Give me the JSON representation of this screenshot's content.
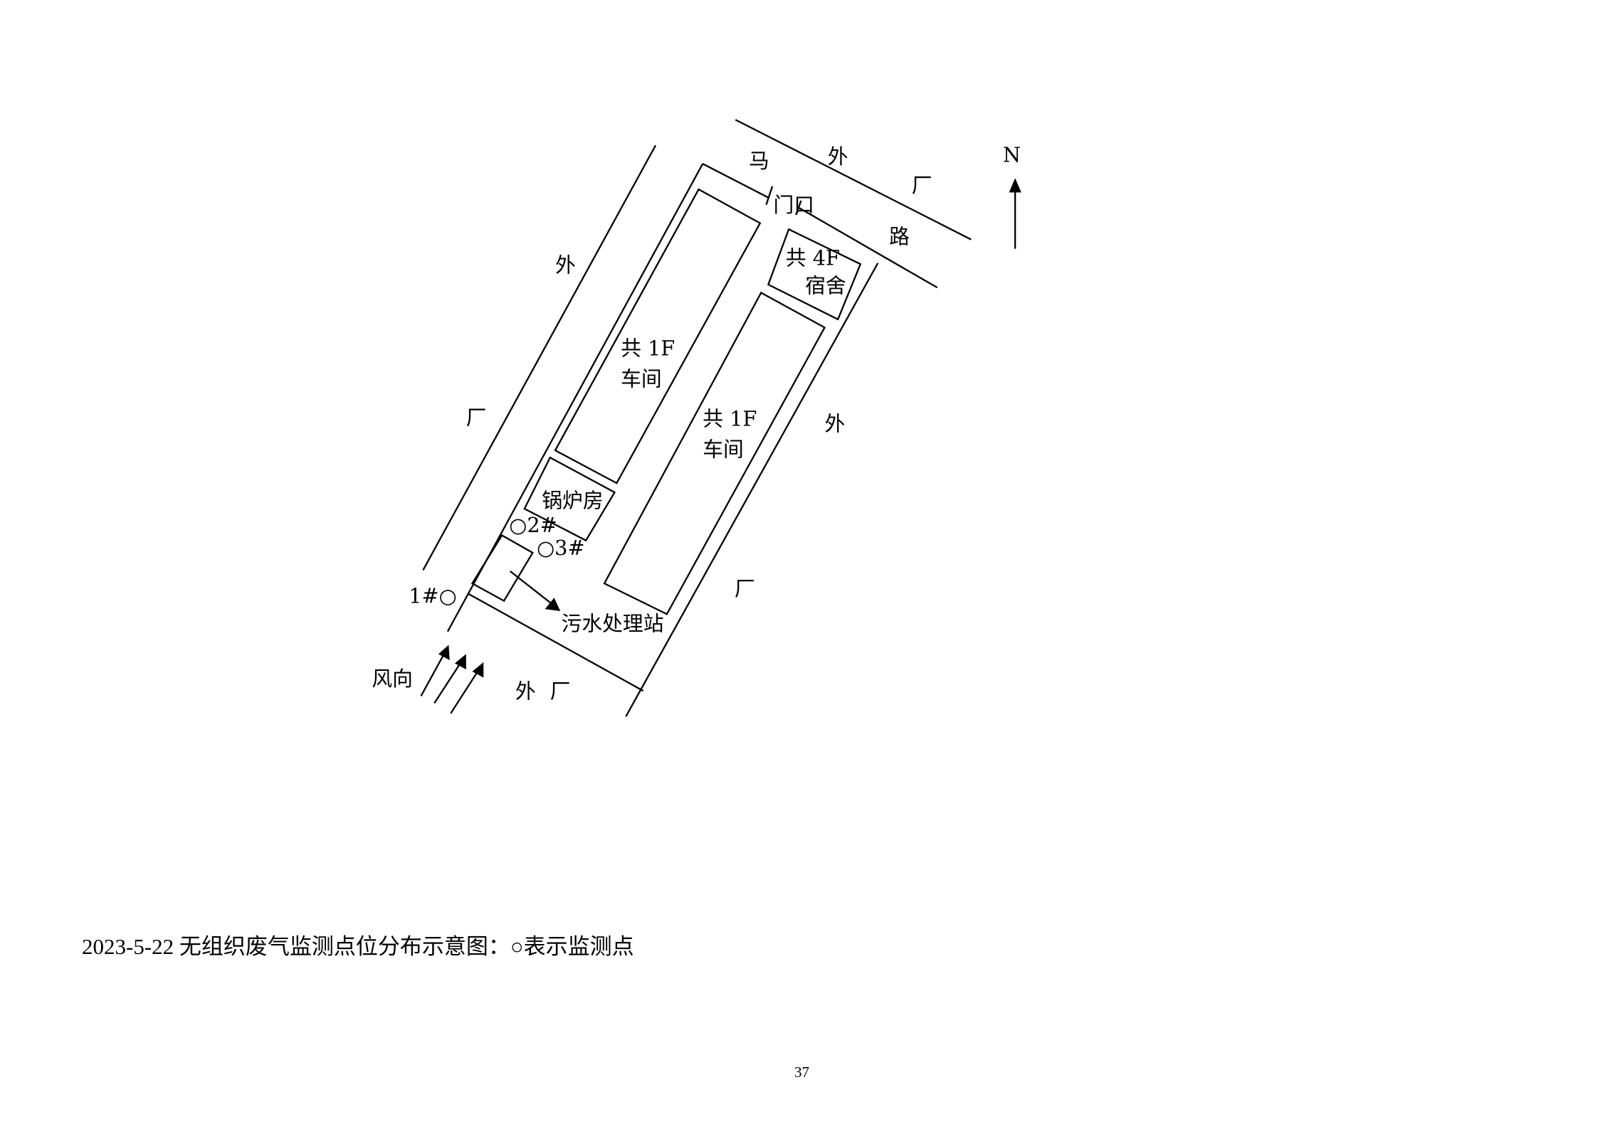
{
  "diagram": {
    "labels": {
      "north": "N",
      "road_ma": "马",
      "road_lu": "路",
      "top_outside_1": "外",
      "top_outside_2": "厂",
      "gate": "门口",
      "left_outside_1": "外",
      "left_outside_2": "厂",
      "right_outside_1": "外",
      "right_outside_2": "厂",
      "bottom_outside_1": "外",
      "bottom_outside_2": "厂",
      "dorm_line1": "共 4F",
      "dorm_line2": "宿舍",
      "workshop1_line1": "共 1F",
      "workshop1_line2": "车间",
      "workshop2_line1": "共 1F",
      "workshop2_line2": "车间",
      "boiler_room": "锅炉房",
      "sewage_station": "污水处理站",
      "wind_direction": "风向",
      "point1": "1#○",
      "point2": "○2#",
      "point3": "○3#"
    }
  },
  "caption": "2023-5-22 无组织废气监测点位分布示意图：○表示监测点",
  "page_number": "37"
}
